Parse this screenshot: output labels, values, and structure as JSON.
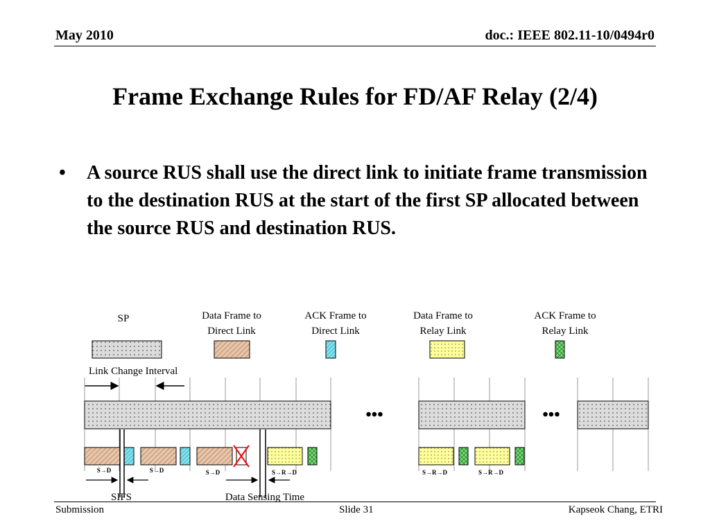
{
  "header": {
    "date": "May 2010",
    "doc_id": "doc.: IEEE 802.11-10/0494r0"
  },
  "title": "Frame Exchange Rules for FD/AF Relay (2/4)",
  "bullets": [
    "A source RUS shall use the direct link to initiate frame transmission to the destination RUS at the start of the first SP allocated between the source RUS and destination RUS."
  ],
  "diagram": {
    "legend": {
      "sp": "SP",
      "data_direct": [
        "Data Frame to",
        "Direct Link"
      ],
      "ack_direct": [
        "ACK Frame to",
        "Direct Link"
      ],
      "data_relay": [
        "Data Frame to",
        "Relay Link"
      ],
      "ack_relay": [
        "ACK Frame to",
        "Relay Link"
      ]
    },
    "link_change_interval": "Link Change Interval",
    "ellipsis": "•••",
    "frame_labels": {
      "s_to_d": "S→D",
      "s_r_d": "S→R→D"
    },
    "sifs": "SIFS",
    "data_sensing_time": "Data Sensing Time",
    "colors": {
      "sp_fill": "#dcdcdc",
      "data_direct": "#e8c4a8",
      "ack_direct": "#7fe0ee",
      "data_relay": "#ffff99",
      "ack_relay": "#77dd77",
      "fail_mark": "#ff0000"
    }
  },
  "footer": {
    "left": "Submission",
    "center": "Slide 31",
    "right": "Kapseok Chang, ETRI"
  }
}
